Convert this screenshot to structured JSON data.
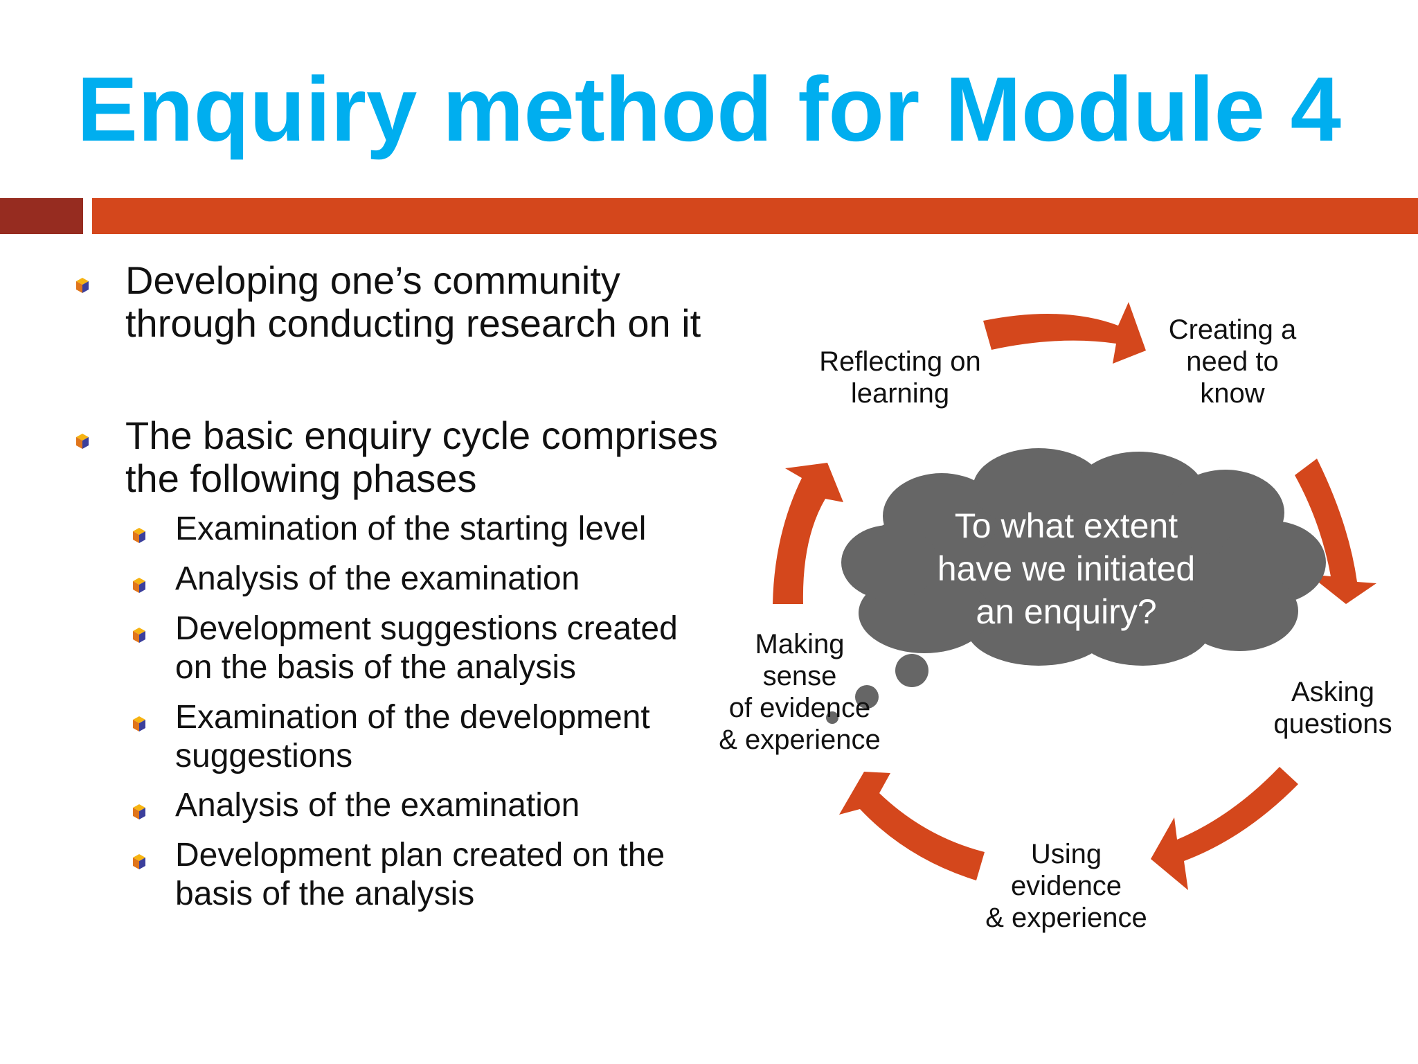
{
  "slide": {
    "title": "Enquiry method for Module 4",
    "colors": {
      "title": "#00aeef",
      "bar_dark": "#962c20",
      "bar_main": "#d4471c",
      "arrow": "#d4471c",
      "cloud": "#666666"
    }
  },
  "bullets": {
    "item1": {
      "line1": "Developing one’s community",
      "line2": "through conducting research on it"
    },
    "item2": {
      "line1": "The basic enquiry cycle comprises",
      "line2": "the following phases",
      "sub": [
        {
          "line1": "Examination of the starting level"
        },
        {
          "line1": "Analysis of the examination"
        },
        {
          "line1": "Development suggestions created",
          "line2": "on the basis of the analysis"
        },
        {
          "line1": "Examination of the development",
          "line2": "suggestions"
        },
        {
          "line1": "Analysis of the examination"
        },
        {
          "line1": "Development plan created on the",
          "line2": "basis of the analysis"
        }
      ]
    },
    "bullet_icon": "cube-icon"
  },
  "cycle": {
    "center_question": [
      "To what extent",
      "have we initiated",
      "an enquiry?"
    ],
    "phases": {
      "creating": [
        "Creating a",
        "need to",
        "know"
      ],
      "asking": [
        "Asking",
        "questions"
      ],
      "using": [
        "Using",
        "evidence",
        "& experience"
      ],
      "making_sense": [
        "Making",
        "sense",
        "of evidence",
        "& experience"
      ],
      "reflecting": [
        "Reflecting on",
        "learning"
      ]
    },
    "arrow_icon": "curved-arrow-icon",
    "cloud_icon": "thought-cloud-icon"
  }
}
